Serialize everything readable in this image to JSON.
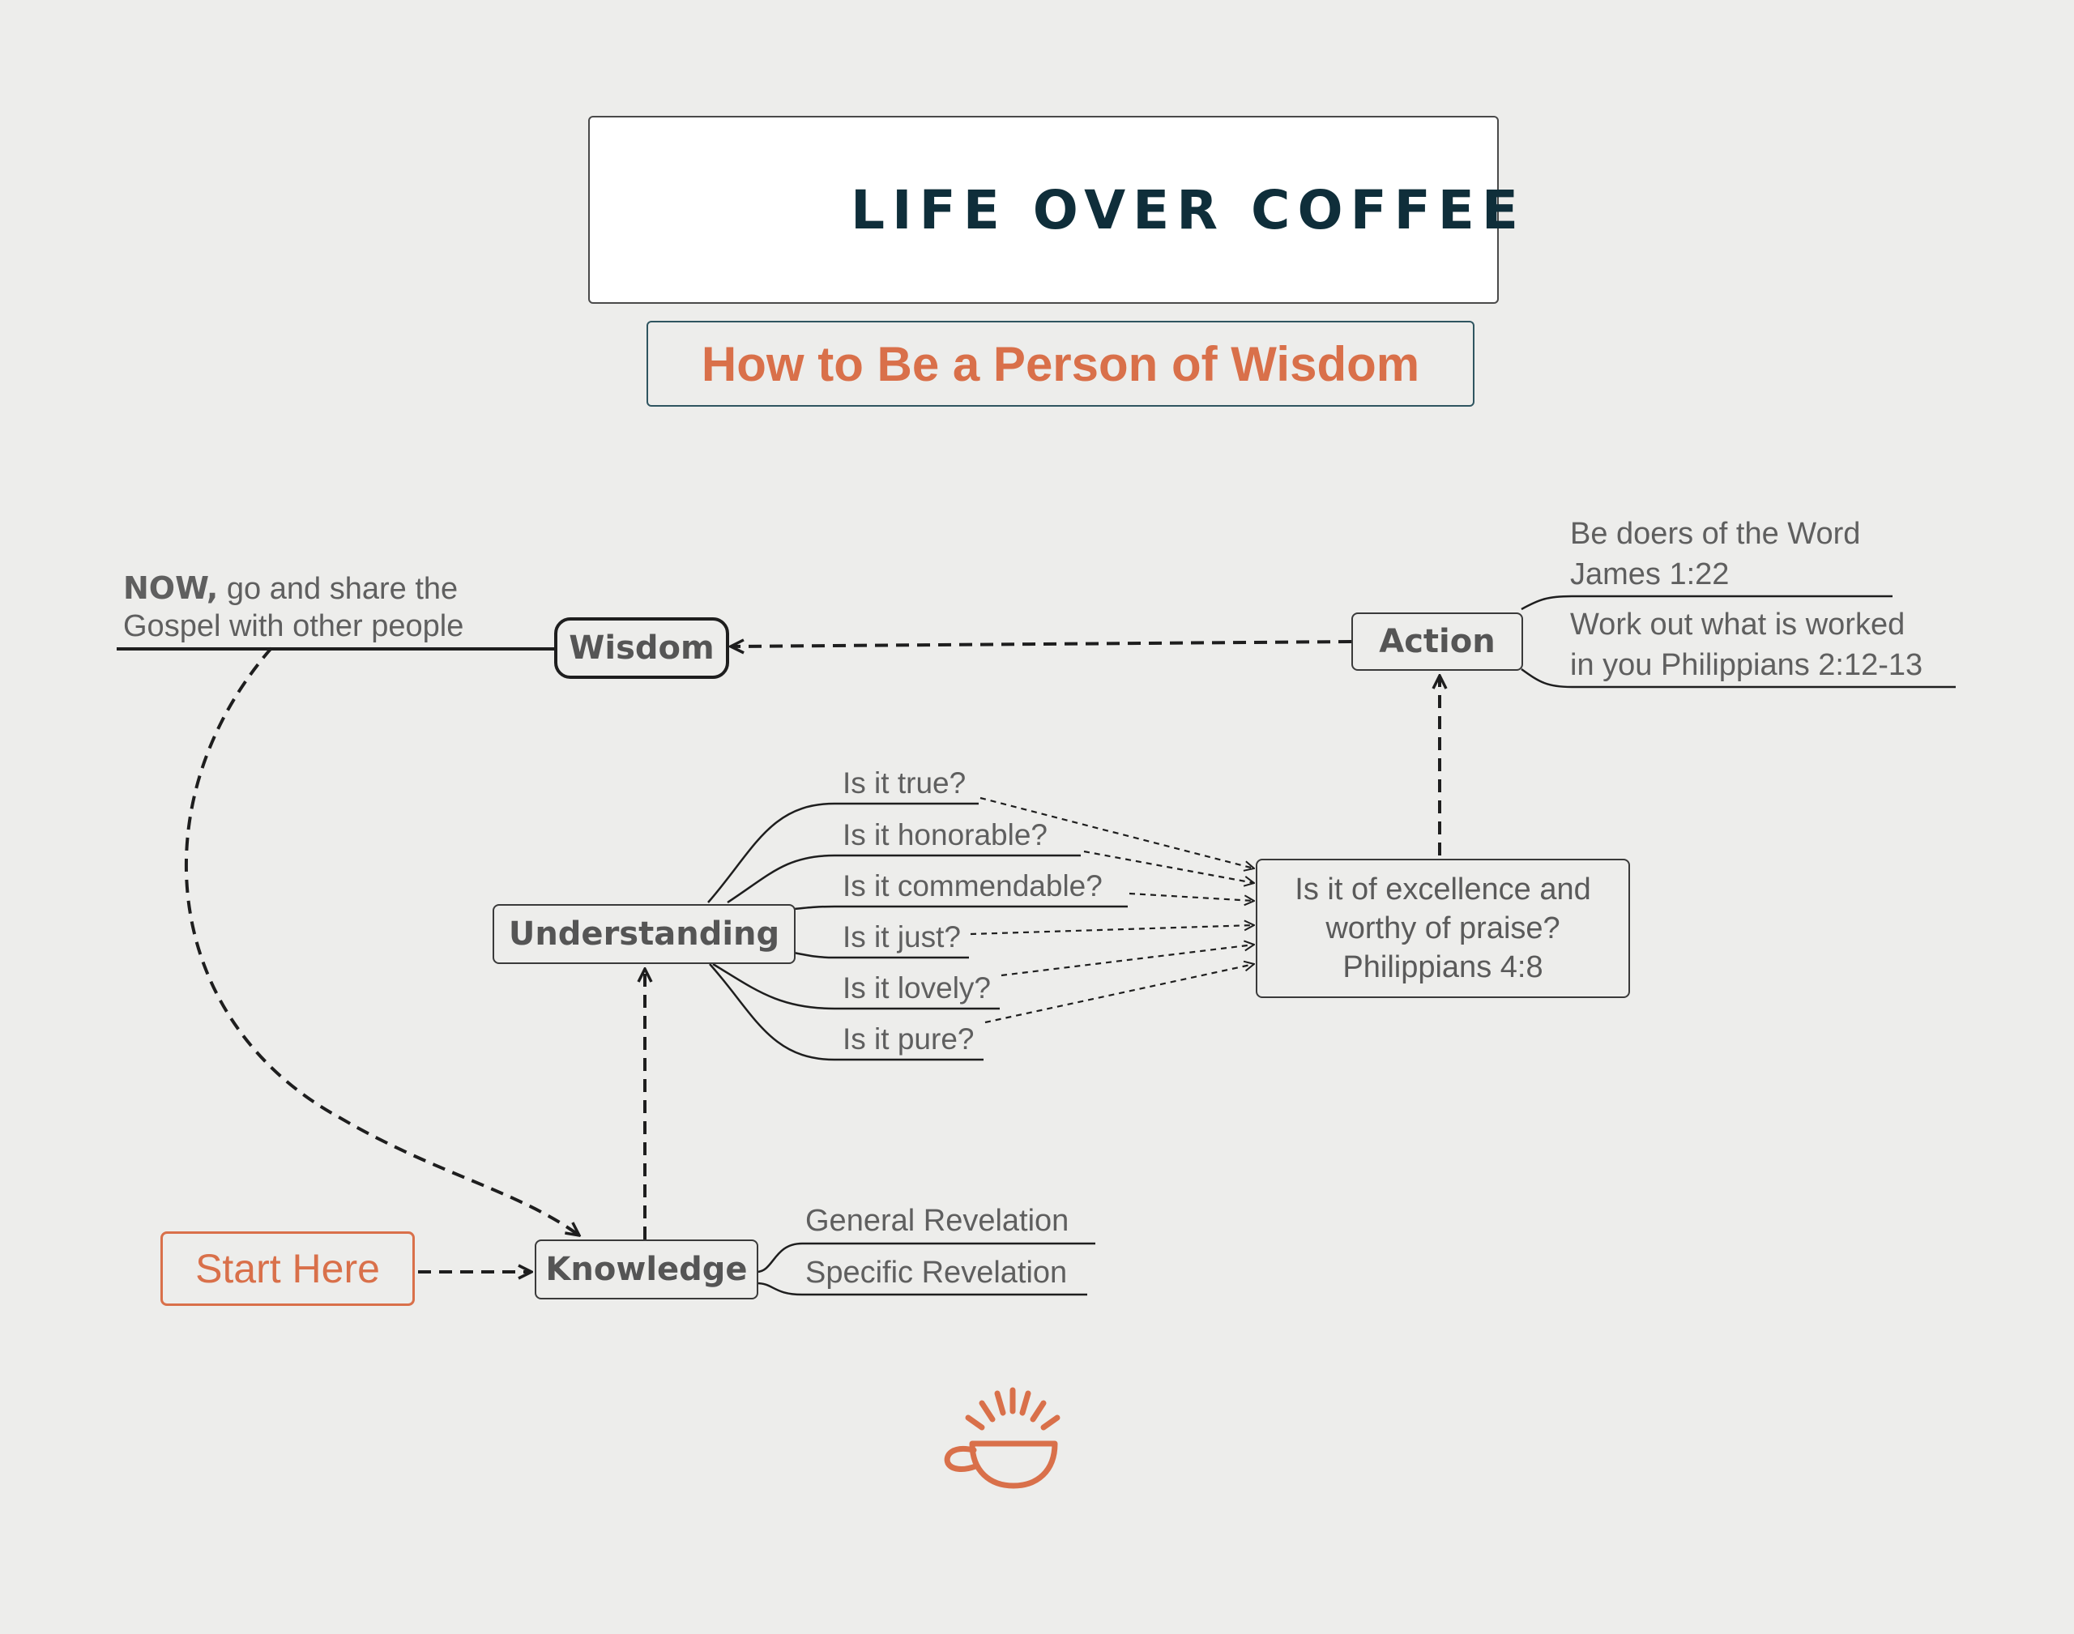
{
  "header": {
    "logo_text": "LIFE OVER COFFEE",
    "title": "How to Be a Person of Wisdom"
  },
  "nodes": {
    "start": "Start Here",
    "knowledge": "Knowledge",
    "understanding": "Understanding",
    "wisdom": "Wisdom",
    "action": "Action",
    "excellence": [
      "Is it of excellence and",
      "worthy of praise?",
      "Philippians 4:8"
    ]
  },
  "knowledge_branches": [
    "General Revelation",
    "Specific Revelation"
  ],
  "understanding_branches": [
    "Is it true?",
    "Is it honorable?",
    "Is it commendable?",
    "Is it just?",
    "Is it lovely?",
    "Is it pure?"
  ],
  "action_branches": [
    {
      "line1": "Be doers of the Word",
      "line2": "James 1:22"
    },
    {
      "line1": "Work out what is worked",
      "line2": "in you Philippians 2:12-13"
    }
  ],
  "wisdom_note": {
    "bold": "NOW,",
    "line1_rest": " go and share the",
    "line2": "Gospel with other people"
  },
  "icons": [
    "coffee-cup-logo-icon",
    "coffee-cup-footer-icon"
  ],
  "colors": {
    "accent": "#d9704a",
    "dark": "#0f2e3a",
    "text": "#5f5f5f",
    "background": "#ededeb"
  }
}
